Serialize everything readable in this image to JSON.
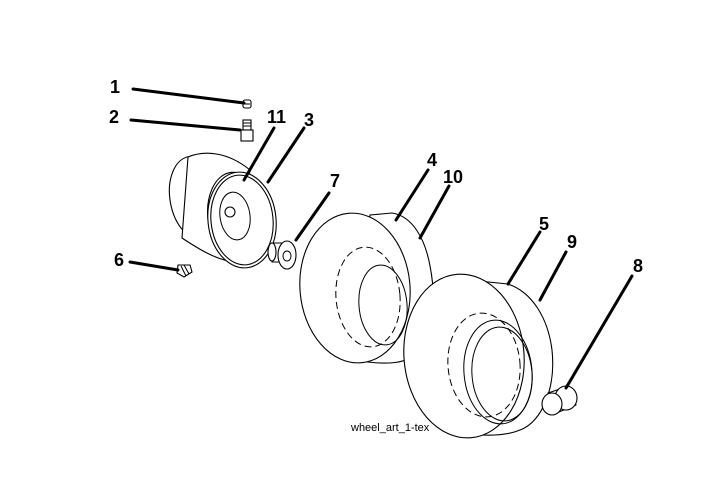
{
  "callouts": {
    "c1": "1",
    "c2": "2",
    "c3": "3",
    "c4": "4",
    "c5": "5",
    "c6": "6",
    "c7": "7",
    "c8": "8",
    "c9": "9",
    "c10": "10",
    "c11": "11"
  },
  "caption": "wheel_art_1-tex"
}
